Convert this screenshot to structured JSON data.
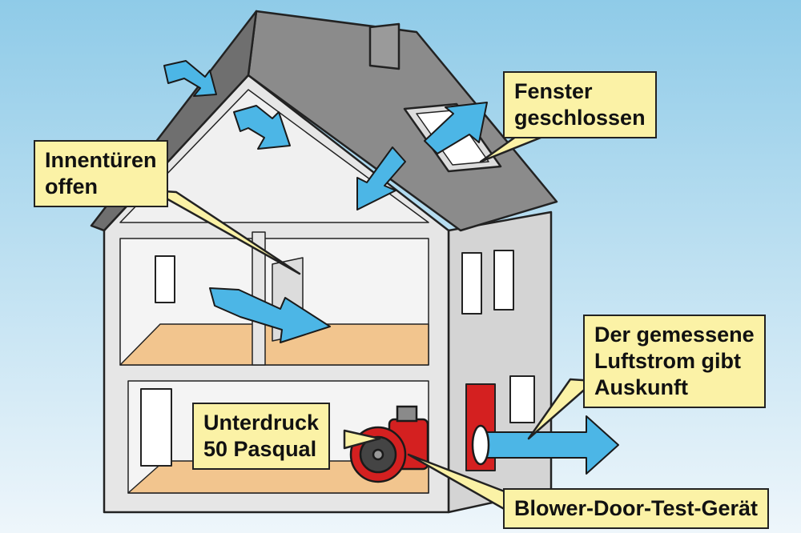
{
  "colors": {
    "sky_top": "#8fcbe8",
    "sky_bottom": "#eef6fb",
    "wall": "#e6e6e6",
    "roof": "#8b8b8b",
    "floor": "#f2c58e",
    "airflow_arrow": "#4cb6e6",
    "blower_device": "#d42020",
    "callout_fill": "#fbf2a6"
  },
  "labels": {
    "innentueren": [
      "Innentüren",
      "offen"
    ],
    "fenster": [
      "Fenster",
      "geschlossen"
    ],
    "luftstrom": [
      "Der gemessene",
      "Luftstrom gibt",
      "Auskunft"
    ],
    "unterdruck": [
      "Unterdruck",
      "50 Pasqual"
    ],
    "geraet": [
      "Blower-Door-Test-Gerät"
    ]
  },
  "icons": [
    "house-illustration",
    "airflow-arrow-icon",
    "blower-fan-icon",
    "door-icon",
    "window-icon",
    "chimney-icon",
    "skylight-icon"
  ]
}
